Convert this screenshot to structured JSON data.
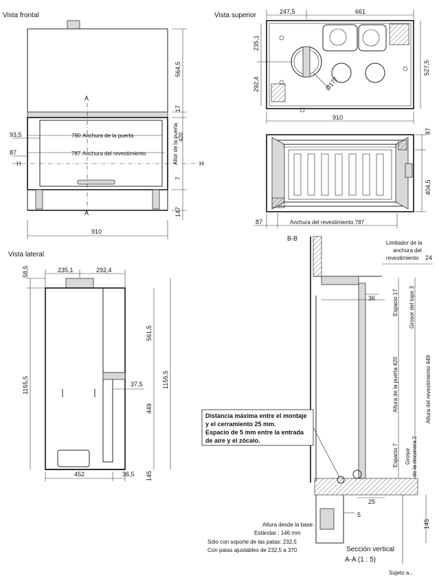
{
  "views": {
    "front": "Vista  frontal",
    "top": "Vista superior",
    "side": "Vista lateral",
    "section_bb": "B-B",
    "section_vertical": "Sección vertical",
    "section_scale": "A-A (1 : 5)"
  },
  "front_dims": {
    "width": "910",
    "height_top": "564,5",
    "gap_17": "17",
    "left_935": "93,5",
    "left_87": "87",
    "door_width": "780",
    "door_width_label": "Anchura de la puerta",
    "lining_width": "787",
    "lining_width_label": "Anchura del revestimiento",
    "door_height": "420",
    "door_height_label": "Altor de la puerta",
    "gap_7": "7",
    "bottom_147": "147",
    "cut_a": "A",
    "cut_h": "H"
  },
  "top_dims": {
    "d_2475": "247,5",
    "d_661": "661",
    "d_2351": "235,1",
    "d_5275": "527,5",
    "d_2924": "292,4",
    "diameter": "Ø177",
    "width": "910"
  },
  "bb_dims": {
    "d_87_right": "87",
    "d_4045": "404,5",
    "d_87_left": "87",
    "lining": "Anchura del revestimiento 787"
  },
  "side_dims": {
    "d_585": "58,5",
    "d_2351": "235,1",
    "d_2924": "292,4",
    "height_left": "1155,5",
    "height_right": "1155,5",
    "d_5615": "561,5",
    "d_375": "37,5",
    "d_449": "449",
    "d_452": "452",
    "d_365": "36,5",
    "d_145": "145"
  },
  "section_dims": {
    "limiter_line1": "Limitador de la",
    "limiter_line2": "anchura del",
    "limiter_line3": "revestimiento",
    "limiter_value": "24",
    "d_36": "36",
    "gap_17": "Espacio 17",
    "stop_thickness": "Grosor del tope  3",
    "door_height": "Altura de la puerta 420",
    "lining_height": "Altura del revestimiento 449",
    "gap_7": "Espacio 7",
    "corner_thickness_1": "Grosor",
    "corner_thickness_2": "de la rinconera  2",
    "d_25": "25",
    "d_5": "5",
    "d_145": "145"
  },
  "note_box": {
    "line1": "Distancia máxima entre el montaje",
    "line2": "y el cerramiento 25 mm.",
    "line3": "Espacio de 5 mm entre la entrada",
    "line4": "de aire y el zócalo."
  },
  "base_note": {
    "line1": "Altura desde la base:",
    "line2": "Estándar : 146 mm",
    "line3": "Sólo con soporte de las patas: 232,5",
    "line4": "Con patas ajustables de 232,5 a 370"
  },
  "footer": "Sujeto a..."
}
